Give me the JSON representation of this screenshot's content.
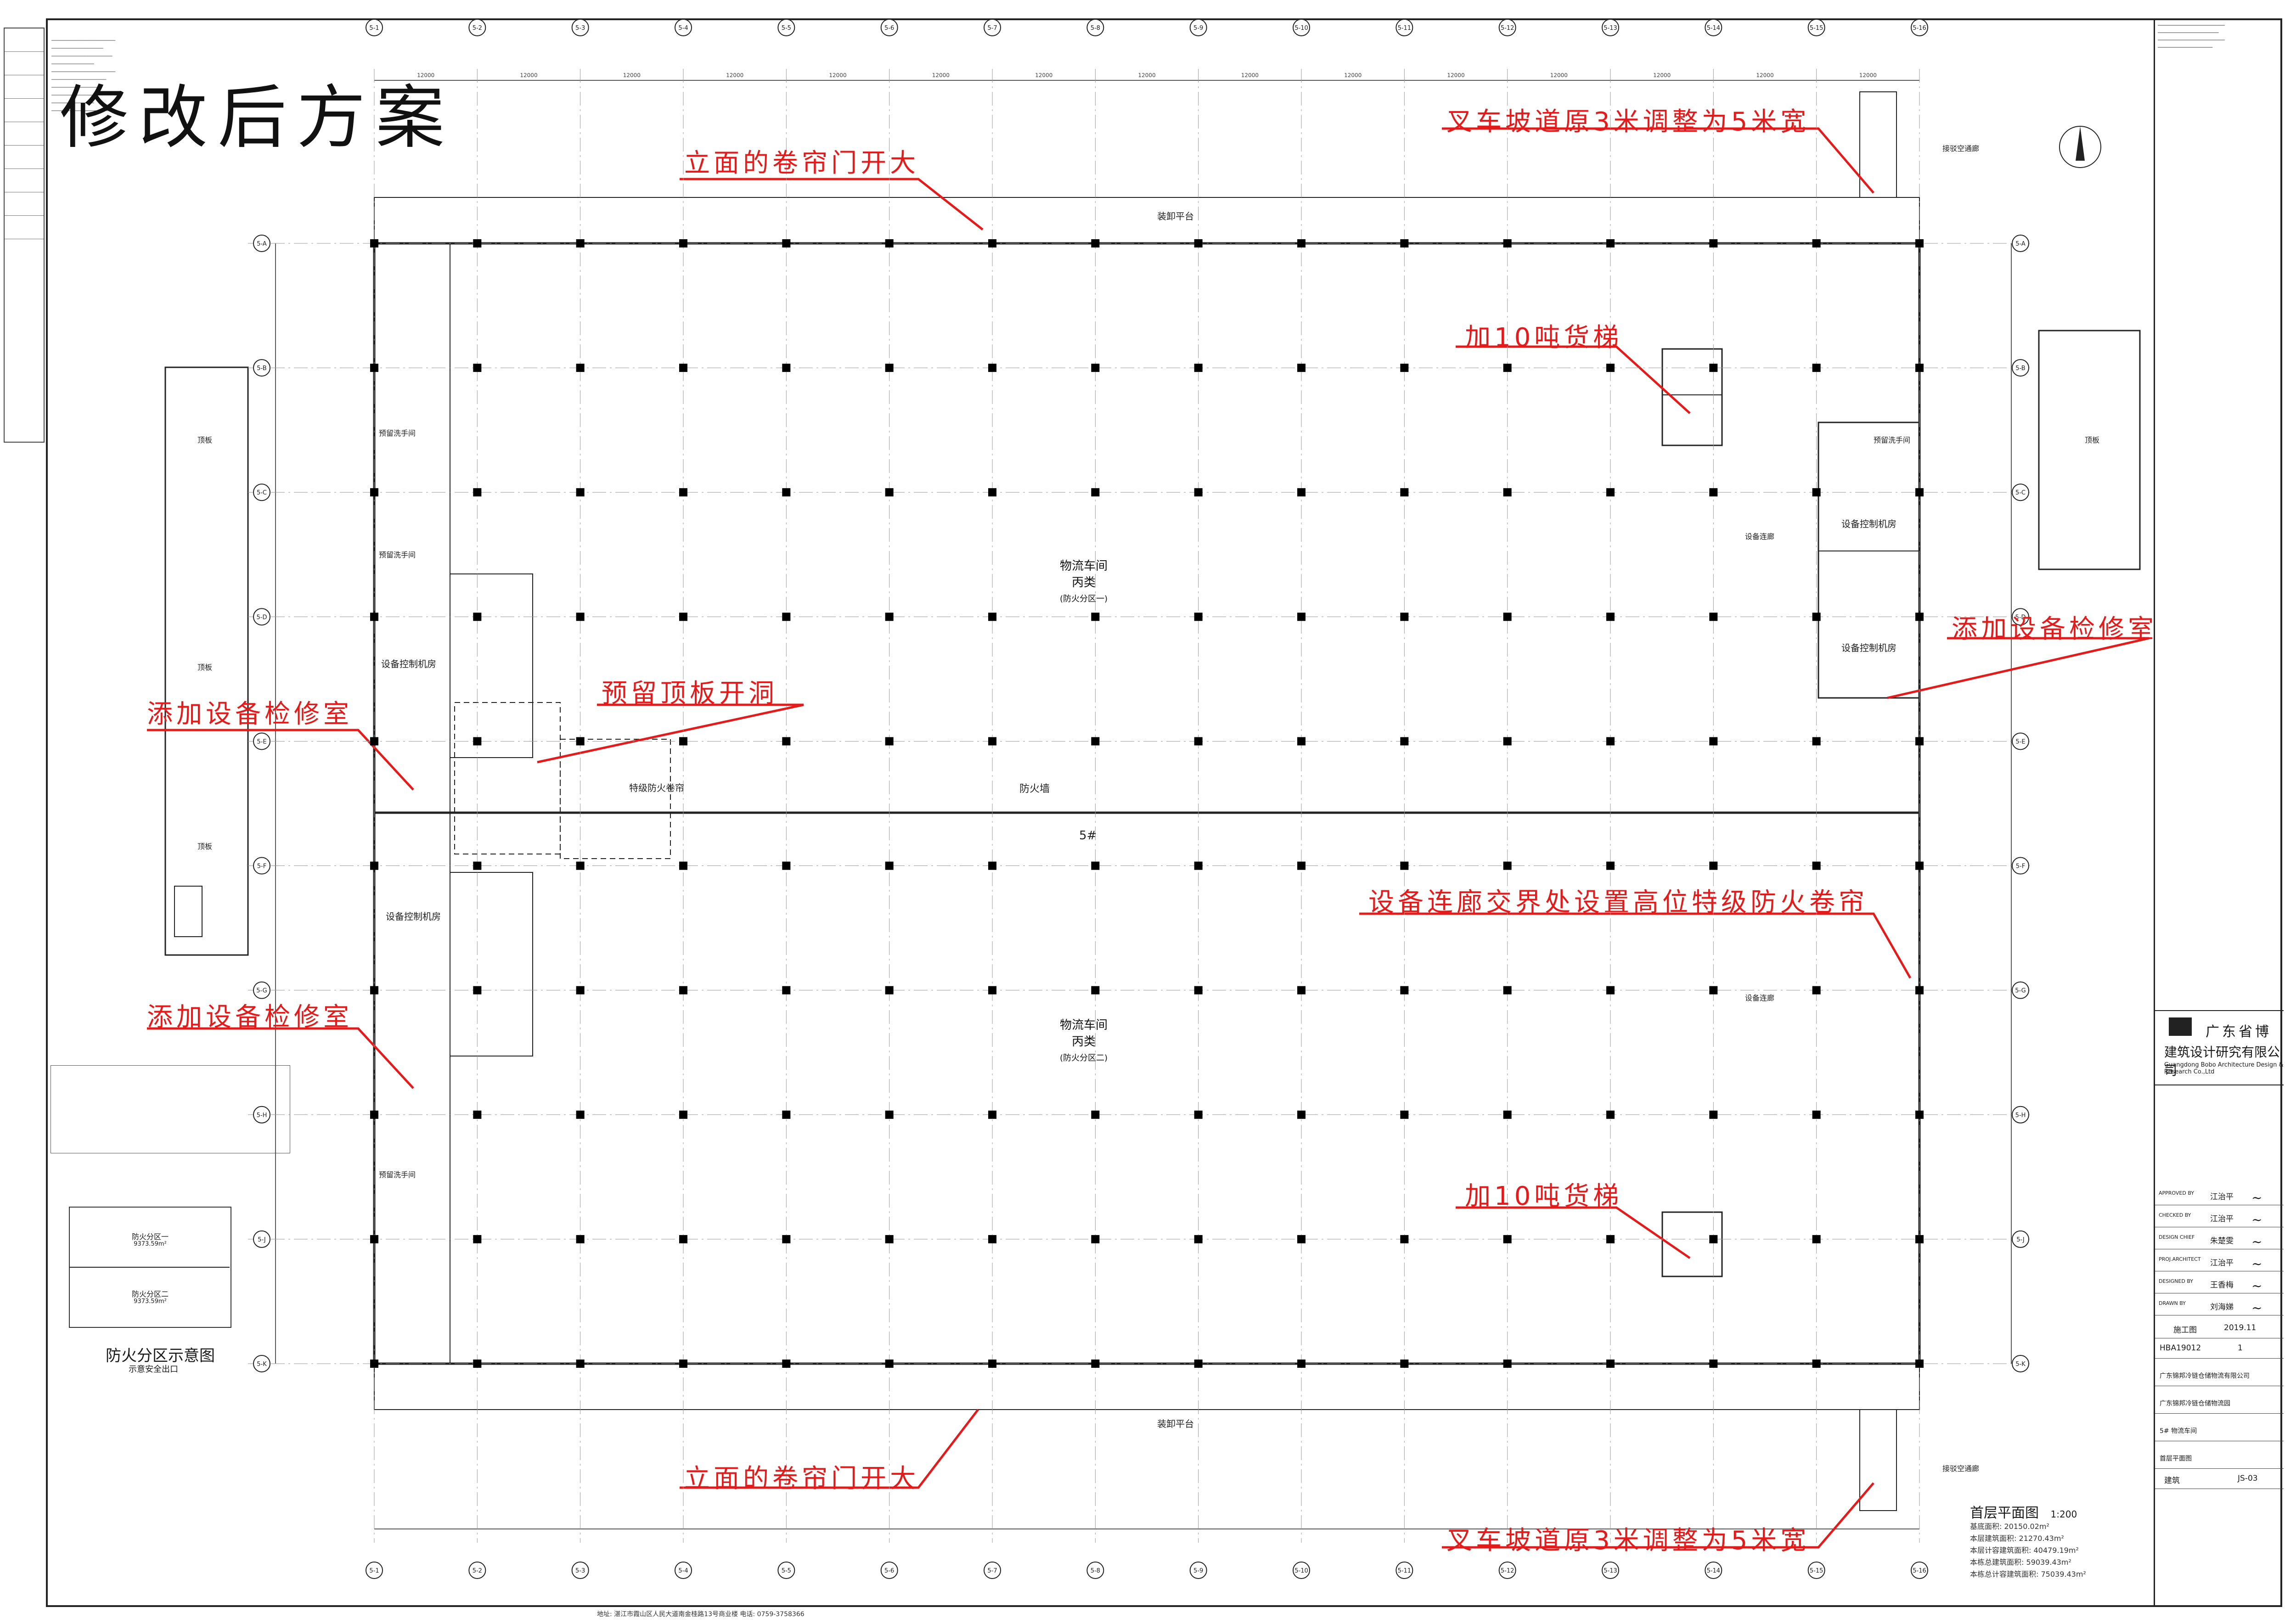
{
  "page": {
    "title": "修改后方案"
  },
  "annotations": {
    "forklift_ramp_top": "叉车坡道原3米调整为5米宽",
    "rolling_door_top": "立面的卷帘门开大",
    "elevator_top": "加10吨货梯",
    "repair_room_right": "添加设备检修室",
    "repair_room_left_upper": "添加设备检修室",
    "slab_opening": "预留顶板开洞",
    "fire_shutter": "设备连廊交界处设置高位特级防火卷帘",
    "repair_room_left_lower": "添加设备检修室",
    "elevator_bottom": "加10吨货梯",
    "rolling_door_bottom": "立面的卷帘门开大",
    "forklift_ramp_bottom": "叉车坡道原3米调整为5米宽"
  },
  "plan": {
    "hall_upper": {
      "name": "物流车间",
      "class": "丙类",
      "zone": "(防火分区一)"
    },
    "hall_lower": {
      "name": "物流车间",
      "class": "丙类",
      "zone": "(防火分区二)"
    },
    "firewall": "防火墙",
    "building_no": "5#",
    "special_shutter": "特级防火卷帘",
    "dock_top": "装卸平台",
    "dock_bottom": "装卸平台",
    "rooms": {
      "control_1": "设备控制机房",
      "control_2": "设备控制机房",
      "control_3": "设备控制机房",
      "control_4": "设备控制机房",
      "wash_1": "预留洗手间",
      "wash_2": "预留洗手间",
      "wash_3": "预留洗手间",
      "wash_4": "预留洗手间",
      "roof_1": "顶板",
      "roof_2": "顶板",
      "roof_3": "顶板",
      "roof_4": "顶板",
      "corridor_right_1": "设备连廊",
      "corridor_right_2": "设备连廊",
      "access_top": "接驳空通廊",
      "access_bottom": "接驳空通廊"
    }
  },
  "grid": {
    "cols": [
      "5-1",
      "5-2",
      "5-3",
      "5-4",
      "5-5",
      "5-6",
      "5-7",
      "5-8",
      "5-9",
      "5-10",
      "5-11",
      "5-12",
      "5-13",
      "5-14",
      "5-15",
      "5-16"
    ],
    "rows": [
      "5-A",
      "5-B",
      "5-C",
      "5-D",
      "5-E",
      "5-F",
      "5-G",
      "5-H",
      "5-J",
      "5-K"
    ],
    "bay": "12000"
  },
  "fire_zone_diagram": {
    "title": "防火分区示意图",
    "subtitle": "示意安全出口",
    "zone1": "防火分区一",
    "zone1_area": "9373.59m²",
    "zone2": "防火分区二",
    "zone2_area": "9373.59m²"
  },
  "drawing": {
    "plan_name": "首层平面图",
    "scale": "1:200",
    "stats": {
      "base_area": "基底面积: 20150.02m²",
      "floor_area": "本层建筑面积: 21270.43m²",
      "calc_area": "本层计容建筑面积: 40479.19m²",
      "total_area": "本栋总建筑面积: 59039.43m²",
      "total_calc_area": "本栋总计容建筑面积: 75039.43m²"
    }
  },
  "title_block": {
    "company_cn_1": "广东省博",
    "company_cn_2": "建筑设计研究有限公司",
    "company_en": "Guangdong Bobo Architecture Design & Research Co.,Ltd",
    "people": [
      {
        "role": "APPROVED BY",
        "name": "江治平"
      },
      {
        "role": "CHECKED BY",
        "name": "江治平"
      },
      {
        "role": "DESIGN CHIEF",
        "name": "朱楚雯"
      },
      {
        "role": "PROJ.ARCHITECT",
        "name": "江治平"
      },
      {
        "role": "DESIGNED BY",
        "name": "王香梅"
      },
      {
        "role": "DRAWN BY",
        "name": "刘海娣"
      }
    ],
    "stage": "施工图",
    "date": "2019.11",
    "edition": "1",
    "project_no": "HBA19012",
    "client": "广东锦邦冷链仓储物流有限公司",
    "project": "广东锦邦冷链仓储物流园",
    "subproject": "5# 物流车间",
    "drawing_name": "首层平面图",
    "discipline": "建筑",
    "sheet_no": "JS-03"
  },
  "footer": {
    "note": "地址: 湛江市霞山区人民大道南金桂路13号商业楼 电话: 0759-3758366"
  },
  "colors": {
    "annotation": "#e31b1b",
    "line": "#222222",
    "column": "#000000"
  }
}
